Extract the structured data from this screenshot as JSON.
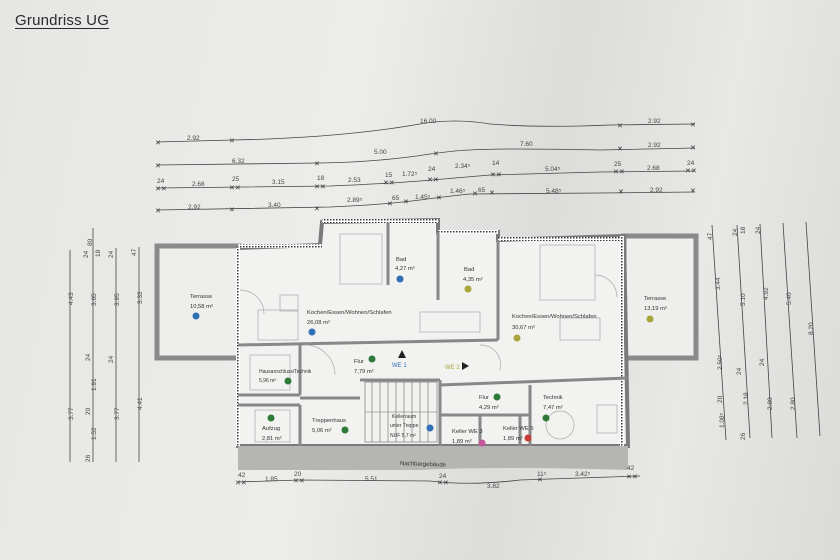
{
  "title": "Grundriss UG",
  "dimensions": {
    "top_row_1": [
      "2.92",
      "16.00",
      "2.92"
    ],
    "top_row_2": [
      "6.32",
      "5.00",
      "7.60",
      "2.92"
    ],
    "top_row_3": [
      "24",
      "2.68",
      "25",
      "3.15",
      "18",
      "2.53",
      "15",
      "1.72⁵",
      "24",
      "2.34⁵",
      "14",
      "5.04⁵",
      "25",
      "2.68",
      "24"
    ],
    "top_row_4": [
      "2.92",
      "3.40",
      "2.89⁵",
      "65",
      "1.45⁵",
      "1.46⁵",
      "65",
      "5.48⁵",
      "2.92"
    ],
    "bottom_row": [
      "42",
      "1.85",
      "20",
      "5.51",
      "24",
      "3.82",
      "11⁵",
      "3.42⁵",
      "42"
    ],
    "left_col_1": [
      "4.43",
      "3.77"
    ],
    "left_col_2": [
      "80",
      "18",
      "24",
      "3.65",
      "24",
      "1.91",
      "20",
      "1.52",
      "26"
    ],
    "left_col_3": [
      "24",
      "3.95",
      "24",
      "3.77"
    ],
    "left_col_4": [
      "47",
      "3.32",
      "4.41"
    ],
    "right_col_1": [
      "47",
      "3.44",
      "2.50⁵",
      "20",
      "1.08⁵"
    ],
    "right_col_2": [
      "24",
      "18",
      "5.10",
      "24",
      "2.18",
      "26"
    ],
    "right_col_3": [
      "24",
      "4.92",
      "24",
      "2.80"
    ],
    "right_col_4": [
      "5.40",
      "2.80"
    ],
    "right_col_5": [
      "8.20"
    ]
  },
  "rooms": [
    {
      "name": "Terrasse",
      "area": "10,58 m²",
      "unit": "1"
    },
    {
      "name": "Kochen/Essen/Wohnen/Schlafen",
      "area": "26,08 m²",
      "unit": "1"
    },
    {
      "name": "Bad",
      "area": "4,27 m²",
      "unit": "1"
    },
    {
      "name": "Bad",
      "area": "4,35 m²",
      "unit": "2"
    },
    {
      "name": "Kochen/Essen/Wohnen/Schlafen",
      "area": "30,67 m²",
      "unit": "2"
    },
    {
      "name": "Terrasse",
      "area": "13,19 m²",
      "unit": "2"
    },
    {
      "name": "Hausanschluss/Technik",
      "area": "5,96 m²",
      "unit": "G"
    },
    {
      "name": "Flur",
      "area": "7,79 m²",
      "unit": "G"
    },
    {
      "name": "Aufzug",
      "area": "2,81 m²",
      "unit": "G"
    },
    {
      "name": "Treppenhaus",
      "area": "5,06 m²",
      "unit": "G"
    },
    {
      "name": "unter Treppe",
      "area": "NUF 5,7 m²",
      "unit": "1",
      "extra": "Kellerraum"
    },
    {
      "name": "Flur",
      "area": "4,29 m²",
      "unit": "G"
    },
    {
      "name": "Technik",
      "area": "7,47 m²",
      "unit": "G"
    },
    {
      "name": "Keller WE 3",
      "area": "1,89 m²",
      "unit": "3"
    },
    {
      "name": "Keller WE 5",
      "area": "1,89 m²",
      "unit": "5"
    }
  ],
  "labels": {
    "we1": "WE 1",
    "we2": "WE 2",
    "neighbor": "Nachbargebäude"
  },
  "colors": {
    "unit1": "#2f6fb5",
    "unit2": "#a8a53a",
    "common": "#2e7a3a",
    "unit3": "#c4579a",
    "unit5": "#c83a3a",
    "wall": "#7a7a7a"
  }
}
